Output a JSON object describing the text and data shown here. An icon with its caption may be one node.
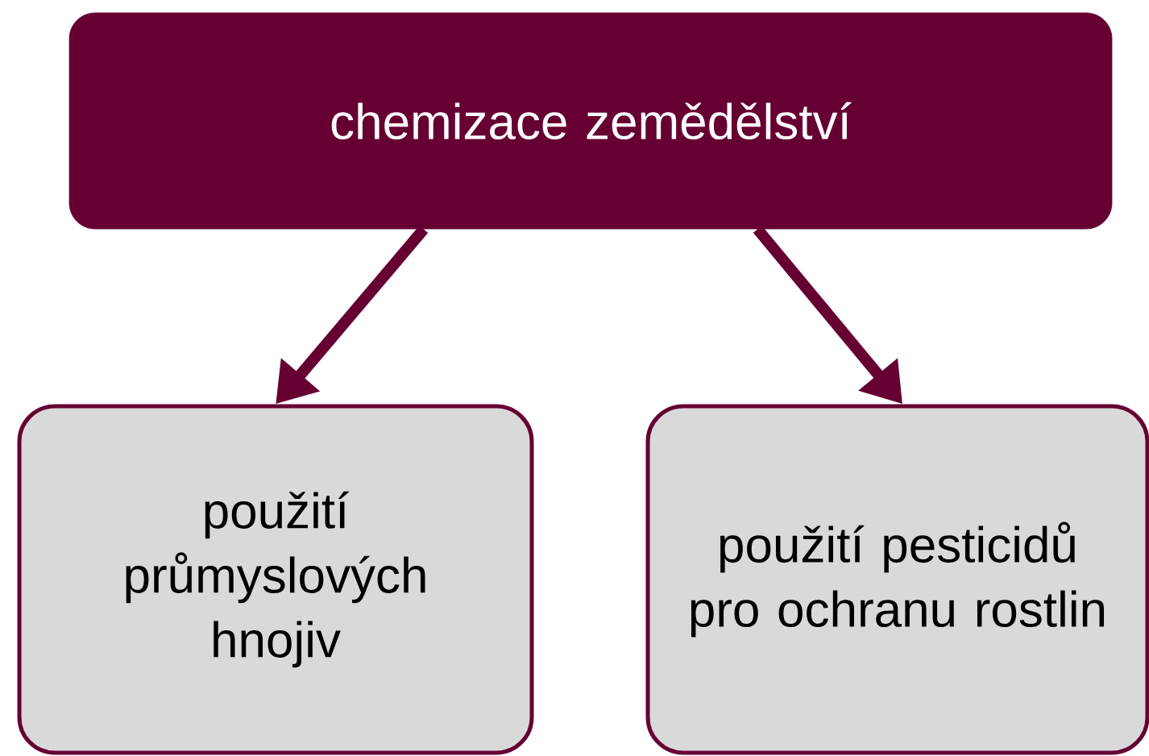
{
  "diagram": {
    "nodes": [
      {
        "text": [
          "chemizace zemědělství"
        ]
      },
      {
        "text": [
          "použití průmyslových hnojiv"
        ]
      },
      {
        "text": [
          "použití pesticidů pro ochranu rostlin"
        ]
      }
    ],
    "edges": [
      {
        "from": 0,
        "to": 1,
        "arrow": "to"
      },
      {
        "from": 0,
        "to": 2,
        "arrow": "to"
      }
    ]
  }
}
